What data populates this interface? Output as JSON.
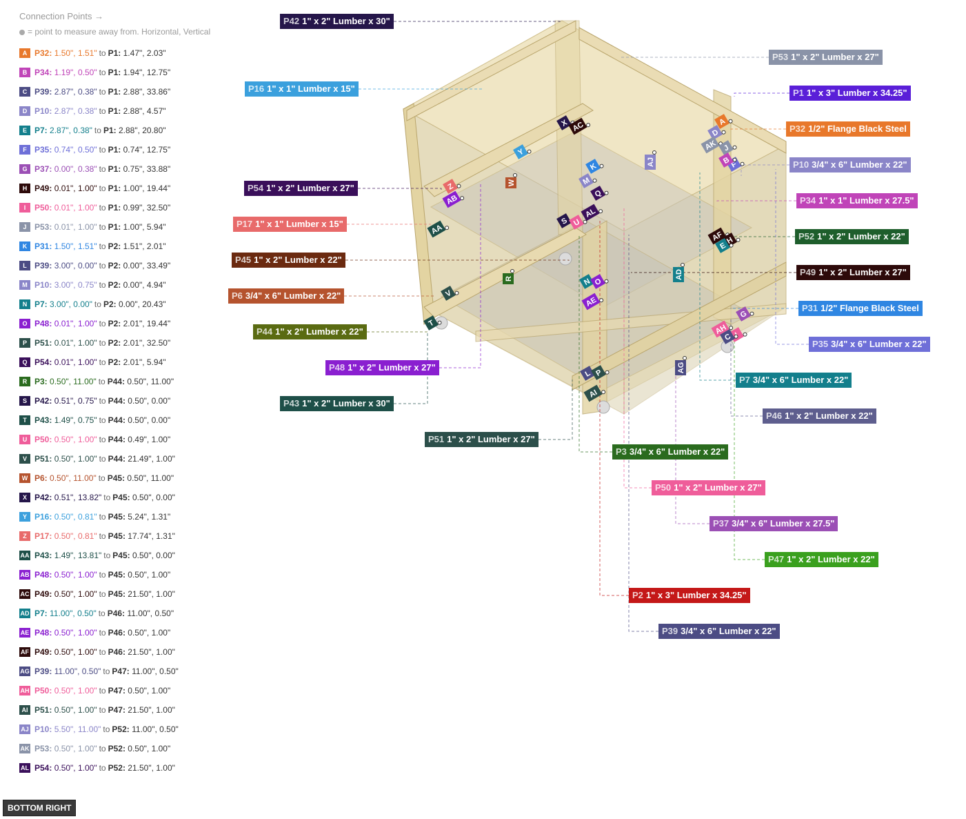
{
  "header": {
    "title": "Connection Points →",
    "note": "= point to measure away from. Horizontal, Vertical"
  },
  "connection_points": [
    {
      "badge": "A",
      "color": "#e8782b",
      "from": "P32:",
      "from_vals": " 1.50\", 1.51\"",
      "to_word": "to",
      "to": "P1:",
      "to_vals": " 1.47\", 2.03\""
    },
    {
      "badge": "B",
      "color": "#c044b8",
      "from": "P34:",
      "from_vals": " 1.19\", 0.50\"",
      "to_word": "to",
      "to": "P1:",
      "to_vals": " 1.94\", 12.75\""
    },
    {
      "badge": "C",
      "color": "#4c4c84",
      "from": "P39:",
      "from_vals": " 2.87\", 0.38\"",
      "to_word": "to",
      "to": "P1:",
      "to_vals": " 2.88\", 33.86\""
    },
    {
      "badge": "D",
      "color": "#8a85c8",
      "from": "P10:",
      "from_vals": " 2.87\", 0.38\"",
      "to_word": "to",
      "to": "P1:",
      "to_vals": " 2.88\", 4.57\""
    },
    {
      "badge": "E",
      "color": "#137f8c",
      "from": "P7:",
      "from_vals": " 2.87\", 0.38\"",
      "to_word": "to",
      "to": "P1:",
      "to_vals": " 2.88\", 20.80\""
    },
    {
      "badge": "F",
      "color": "#6e6fd8",
      "from": "P35:",
      "from_vals": " 0.74\", 0.50\"",
      "to_word": "to",
      "to": "P1:",
      "to_vals": " 0.74\", 12.75\""
    },
    {
      "badge": "G",
      "color": "#9b4fb5",
      "from": "P37:",
      "from_vals": " 0.00\", 0.38\"",
      "to_word": "to",
      "to": "P1:",
      "to_vals": " 0.75\", 33.88\""
    },
    {
      "badge": "H",
      "color": "#2d0a0a",
      "from": "P49:",
      "from_vals": " 0.01\", 1.00\"",
      "to_word": "to",
      "to": "P1:",
      "to_vals": " 1.00\", 19.44\""
    },
    {
      "badge": "I",
      "color": "#ef5d9a",
      "from": "P50:",
      "from_vals": " 0.01\", 1.00\"",
      "to_word": "to",
      "to": "P1:",
      "to_vals": " 0.99\", 32.50\""
    },
    {
      "badge": "J",
      "color": "#8a93a8",
      "from": "P53:",
      "from_vals": " 0.01\", 1.00\"",
      "to_word": "to",
      "to": "P1:",
      "to_vals": " 1.00\", 5.94\""
    },
    {
      "badge": "K",
      "color": "#2f86e2",
      "from": "P31:",
      "from_vals": " 1.50\", 1.51\"",
      "to_word": "to",
      "to": "P2:",
      "to_vals": " 1.51\", 2.01\""
    },
    {
      "badge": "L",
      "color": "#4c4c84",
      "from": "P39:",
      "from_vals": " 3.00\", 0.00\"",
      "to_word": "to",
      "to": "P2:",
      "to_vals": " 0.00\", 33.49\""
    },
    {
      "badge": "M",
      "color": "#8a85c8",
      "from": "P10:",
      "from_vals": " 3.00\", 0.75\"",
      "to_word": "to",
      "to": "P2:",
      "to_vals": " 0.00\", 4.94\""
    },
    {
      "badge": "N",
      "color": "#137f8c",
      "from": "P7:",
      "from_vals": " 3.00\", 0.00\"",
      "to_word": "to",
      "to": "P2:",
      "to_vals": " 0.00\", 20.43\""
    },
    {
      "badge": "O",
      "color": "#8a1fd0",
      "from": "P48:",
      "from_vals": " 0.01\", 1.00\"",
      "to_word": "to",
      "to": "P2:",
      "to_vals": " 2.01\", 19.44\""
    },
    {
      "badge": "P",
      "color": "#2c4f4a",
      "from": "P51:",
      "from_vals": " 0.01\", 1.00\"",
      "to_word": "to",
      "to": "P2:",
      "to_vals": " 2.01\", 32.50\""
    },
    {
      "badge": "Q",
      "color": "#3a0f5a",
      "from": "P54:",
      "from_vals": " 0.01\", 1.00\"",
      "to_word": "to",
      "to": "P2:",
      "to_vals": " 2.01\", 5.94\""
    },
    {
      "badge": "R",
      "color": "#2a6b1e",
      "from": "P3:",
      "from_vals": " 0.50\", 11.00\"",
      "to_word": "to",
      "to": "P44:",
      "to_vals": " 0.50\", 11.00\""
    },
    {
      "badge": "S",
      "color": "#25164a",
      "from": "P42:",
      "from_vals": " 0.51\", 0.75\"",
      "to_word": "to",
      "to": "P44:",
      "to_vals": " 0.50\", 0.00\""
    },
    {
      "badge": "T",
      "color": "#1e4f48",
      "from": "P43:",
      "from_vals": " 1.49\", 0.75\"",
      "to_word": "to",
      "to": "P44:",
      "to_vals": " 0.50\", 0.00\""
    },
    {
      "badge": "U",
      "color": "#ef5d9a",
      "from": "P50:",
      "from_vals": " 0.50\", 1.00\"",
      "to_word": "to",
      "to": "P44:",
      "to_vals": " 0.49\", 1.00\""
    },
    {
      "badge": "V",
      "color": "#2c4f4a",
      "from": "P51:",
      "from_vals": " 0.50\", 1.00\"",
      "to_word": "to",
      "to": "P44:",
      "to_vals": " 21.49\", 1.00\""
    },
    {
      "badge": "W",
      "color": "#b5532e",
      "from": "P6:",
      "from_vals": " 0.50\", 11.00\"",
      "to_word": "to",
      "to": "P45:",
      "to_vals": " 0.50\", 11.00\""
    },
    {
      "badge": "X",
      "color": "#25164a",
      "from": "P42:",
      "from_vals": " 0.51\", 13.82\"",
      "to_word": "to",
      "to": "P45:",
      "to_vals": " 0.50\", 0.00\""
    },
    {
      "badge": "Y",
      "color": "#3ba0dd",
      "from": "P16:",
      "from_vals": " 0.50\", 0.81\"",
      "to_word": "to",
      "to": "P45:",
      "to_vals": " 5.24\", 1.31\""
    },
    {
      "badge": "Z",
      "color": "#e86a6a",
      "from": "P17:",
      "from_vals": " 0.50\", 0.81\"",
      "to_word": "to",
      "to": "P45:",
      "to_vals": " 17.74\", 1.31\""
    },
    {
      "badge": "AA",
      "color": "#1e4f48",
      "from": "P43:",
      "from_vals": " 1.49\", 13.81\"",
      "to_word": "to",
      "to": "P45:",
      "to_vals": " 0.50\", 0.00\""
    },
    {
      "badge": "AB",
      "color": "#8a1fd0",
      "from": "P48:",
      "from_vals": " 0.50\", 1.00\"",
      "to_word": "to",
      "to": "P45:",
      "to_vals": " 0.50\", 1.00\""
    },
    {
      "badge": "AC",
      "color": "#2d0a0a",
      "from": "P49:",
      "from_vals": " 0.50\", 1.00\"",
      "to_word": "to",
      "to": "P45:",
      "to_vals": " 21.50\", 1.00\""
    },
    {
      "badge": "AD",
      "color": "#137f8c",
      "from": "P7:",
      "from_vals": " 11.00\", 0.50\"",
      "to_word": "to",
      "to": "P46:",
      "to_vals": " 11.00\", 0.50\""
    },
    {
      "badge": "AE",
      "color": "#8a1fd0",
      "from": "P48:",
      "from_vals": " 0.50\", 1.00\"",
      "to_word": "to",
      "to": "P46:",
      "to_vals": " 0.50\", 1.00\""
    },
    {
      "badge": "AF",
      "color": "#2d0a0a",
      "from": "P49:",
      "from_vals": " 0.50\", 1.00\"",
      "to_word": "to",
      "to": "P46:",
      "to_vals": " 21.50\", 1.00\""
    },
    {
      "badge": "AG",
      "color": "#4c4c84",
      "from": "P39:",
      "from_vals": " 11.00\", 0.50\"",
      "to_word": "to",
      "to": "P47:",
      "to_vals": " 11.00\", 0.50\""
    },
    {
      "badge": "AH",
      "color": "#ef5d9a",
      "from": "P50:",
      "from_vals": " 0.50\", 1.00\"",
      "to_word": "to",
      "to": "P47:",
      "to_vals": " 0.50\", 1.00\""
    },
    {
      "badge": "AI",
      "color": "#2c4f4a",
      "from": "P51:",
      "from_vals": " 0.50\", 1.00\"",
      "to_word": "to",
      "to": "P47:",
      "to_vals": " 21.50\", 1.00\""
    },
    {
      "badge": "AJ",
      "color": "#8a85c8",
      "from": "P10:",
      "from_vals": " 5.50\", 11.00\"",
      "to_word": "to",
      "to": "P52:",
      "to_vals": " 11.00\", 0.50\""
    },
    {
      "badge": "AK",
      "color": "#8a93a8",
      "from": "P53:",
      "from_vals": " 0.50\", 1.00\"",
      "to_word": "to",
      "to": "P52:",
      "to_vals": " 0.50\", 1.00\""
    },
    {
      "badge": "AL",
      "color": "#3a0f5a",
      "from": "P54:",
      "from_vals": " 0.50\", 1.00\"",
      "to_word": "to",
      "to": "P52:",
      "to_vals": " 21.50\", 1.00\""
    }
  ],
  "parts": [
    {
      "id": "P42",
      "desc": "1\" x 2\" Lumber x 30\"",
      "color": "#25164a"
    },
    {
      "id": "P53",
      "desc": "1\" x 2\" Lumber x 27\"",
      "color": "#8a93a8"
    },
    {
      "id": "P16",
      "desc": "1\" x 1\" Lumber  x 15\"",
      "color": "#3ba0dd"
    },
    {
      "id": "P1",
      "desc": "1\" x 3\" Lumber x 34.25\"",
      "color": "#5a1fd8"
    },
    {
      "id": "P32",
      "desc": "1/2\" Flange Black Steel",
      "color": "#e8782b"
    },
    {
      "id": "P10",
      "desc": "3/4\" x 6\" Lumber x 22\"",
      "color": "#8a85c8"
    },
    {
      "id": "P54",
      "desc": "1\" x 2\" Lumber x 27\"",
      "color": "#3a0f5a"
    },
    {
      "id": "P34",
      "desc": "1\" x 1\" Lumber  x 27.5\"",
      "color": "#c044b8"
    },
    {
      "id": "P17",
      "desc": "1\" x 1\" Lumber  x 15\"",
      "color": "#e86a6a"
    },
    {
      "id": "P52",
      "desc": "1\" x 2\" Lumber x 22\"",
      "color": "#1e5e2c"
    },
    {
      "id": "P45",
      "desc": "1\" x 2\" Lumber x 22\"",
      "color": "#6b2a10"
    },
    {
      "id": "P49",
      "desc": "1\" x 2\" Lumber x 27\"",
      "color": "#2d0a0a"
    },
    {
      "id": "P6",
      "desc": "3/4\" x 6\" Lumber x 22\"",
      "color": "#b5532e"
    },
    {
      "id": "P31",
      "desc": "1/2\" Flange Black Steel",
      "color": "#2f86e2"
    },
    {
      "id": "P44",
      "desc": "1\" x 2\" Lumber x 22\"",
      "color": "#5a6b12"
    },
    {
      "id": "P35",
      "desc": "3/4\" x 6\" Lumber x 22\"",
      "color": "#6e6fd8"
    },
    {
      "id": "P48",
      "desc": "1\" x 2\" Lumber x 27\"",
      "color": "#8a1fd0"
    },
    {
      "id": "P7",
      "desc": "3/4\" x 6\" Lumber x 22\"",
      "color": "#137f8c"
    },
    {
      "id": "P43",
      "desc": "1\" x 2\" Lumber x 30\"",
      "color": "#1e4f48"
    },
    {
      "id": "P46",
      "desc": "1\" x 2\" Lumber x 22\"",
      "color": "#5e5e8e"
    },
    {
      "id": "P51",
      "desc": "1\" x 2\" Lumber x 27\"",
      "color": "#2c4f4a"
    },
    {
      "id": "P3",
      "desc": "3/4\" x 6\" Lumber x 22\"",
      "color": "#2a6b1e"
    },
    {
      "id": "P50",
      "desc": "1\" x 2\" Lumber x 27\"",
      "color": "#ef5d9a"
    },
    {
      "id": "P37",
      "desc": "3/4\" x 6\" Lumber x 27.5\"",
      "color": "#9b4fb5"
    },
    {
      "id": "P47",
      "desc": "1\" x 2\" Lumber x 22\"",
      "color": "#3aa01e"
    },
    {
      "id": "P2",
      "desc": "1\" x 3\" Lumber x 34.25\"",
      "color": "#c41818"
    },
    {
      "id": "P39",
      "desc": "3/4\" x 6\" Lumber x 22\"",
      "color": "#4c4c84"
    }
  ],
  "diagram_badges": [
    {
      "text": "X",
      "color": "#25164a"
    },
    {
      "text": "AC",
      "color": "#2d0a0a"
    },
    {
      "text": "Y",
      "color": "#3ba0dd"
    },
    {
      "text": "K",
      "color": "#2f86e2"
    },
    {
      "text": "M",
      "color": "#8a85c8"
    },
    {
      "text": "Q",
      "color": "#3a0f5a"
    },
    {
      "text": "AL",
      "color": "#3a0f5a"
    },
    {
      "text": "S",
      "color": "#25164a"
    },
    {
      "text": "U",
      "color": "#ef5d9a"
    },
    {
      "text": "W",
      "color": "#b5532e"
    },
    {
      "text": "AJ",
      "color": "#8a85c8"
    },
    {
      "text": "A",
      "color": "#e8782b"
    },
    {
      "text": "D",
      "color": "#8a85c8"
    },
    {
      "text": "AK",
      "color": "#8a93a8"
    },
    {
      "text": "J",
      "color": "#8a93a8"
    },
    {
      "text": "F",
      "color": "#6e6fd8"
    },
    {
      "text": "B",
      "color": "#c044b8"
    },
    {
      "text": "AB",
      "color": "#8a1fd0"
    },
    {
      "text": "Z",
      "color": "#e86a6a"
    },
    {
      "text": "AA",
      "color": "#1e4f48"
    },
    {
      "text": "AF",
      "color": "#2d0a0a"
    },
    {
      "text": "H",
      "color": "#2d0a0a"
    },
    {
      "text": "E",
      "color": "#137f8c"
    },
    {
      "text": "R",
      "color": "#2a6b1e"
    },
    {
      "text": "N",
      "color": "#137f8c"
    },
    {
      "text": "O",
      "color": "#8a1fd0"
    },
    {
      "text": "AE",
      "color": "#8a1fd0"
    },
    {
      "text": "AD",
      "color": "#137f8c"
    },
    {
      "text": "V",
      "color": "#2c4f4a"
    },
    {
      "text": "T",
      "color": "#1e4f48"
    },
    {
      "text": "G",
      "color": "#9b4fb5"
    },
    {
      "text": "AH",
      "color": "#ef5d9a"
    },
    {
      "text": "I",
      "color": "#ef5d9a"
    },
    {
      "text": "C",
      "color": "#4c4c84"
    },
    {
      "text": "AG",
      "color": "#4c4c84"
    },
    {
      "text": "L",
      "color": "#4c4c84"
    },
    {
      "text": "P",
      "color": "#2c4f4a"
    },
    {
      "text": "AI",
      "color": "#2c4f4a"
    }
  ],
  "footer": {
    "button_label": "BOTTOM RIGHT"
  }
}
